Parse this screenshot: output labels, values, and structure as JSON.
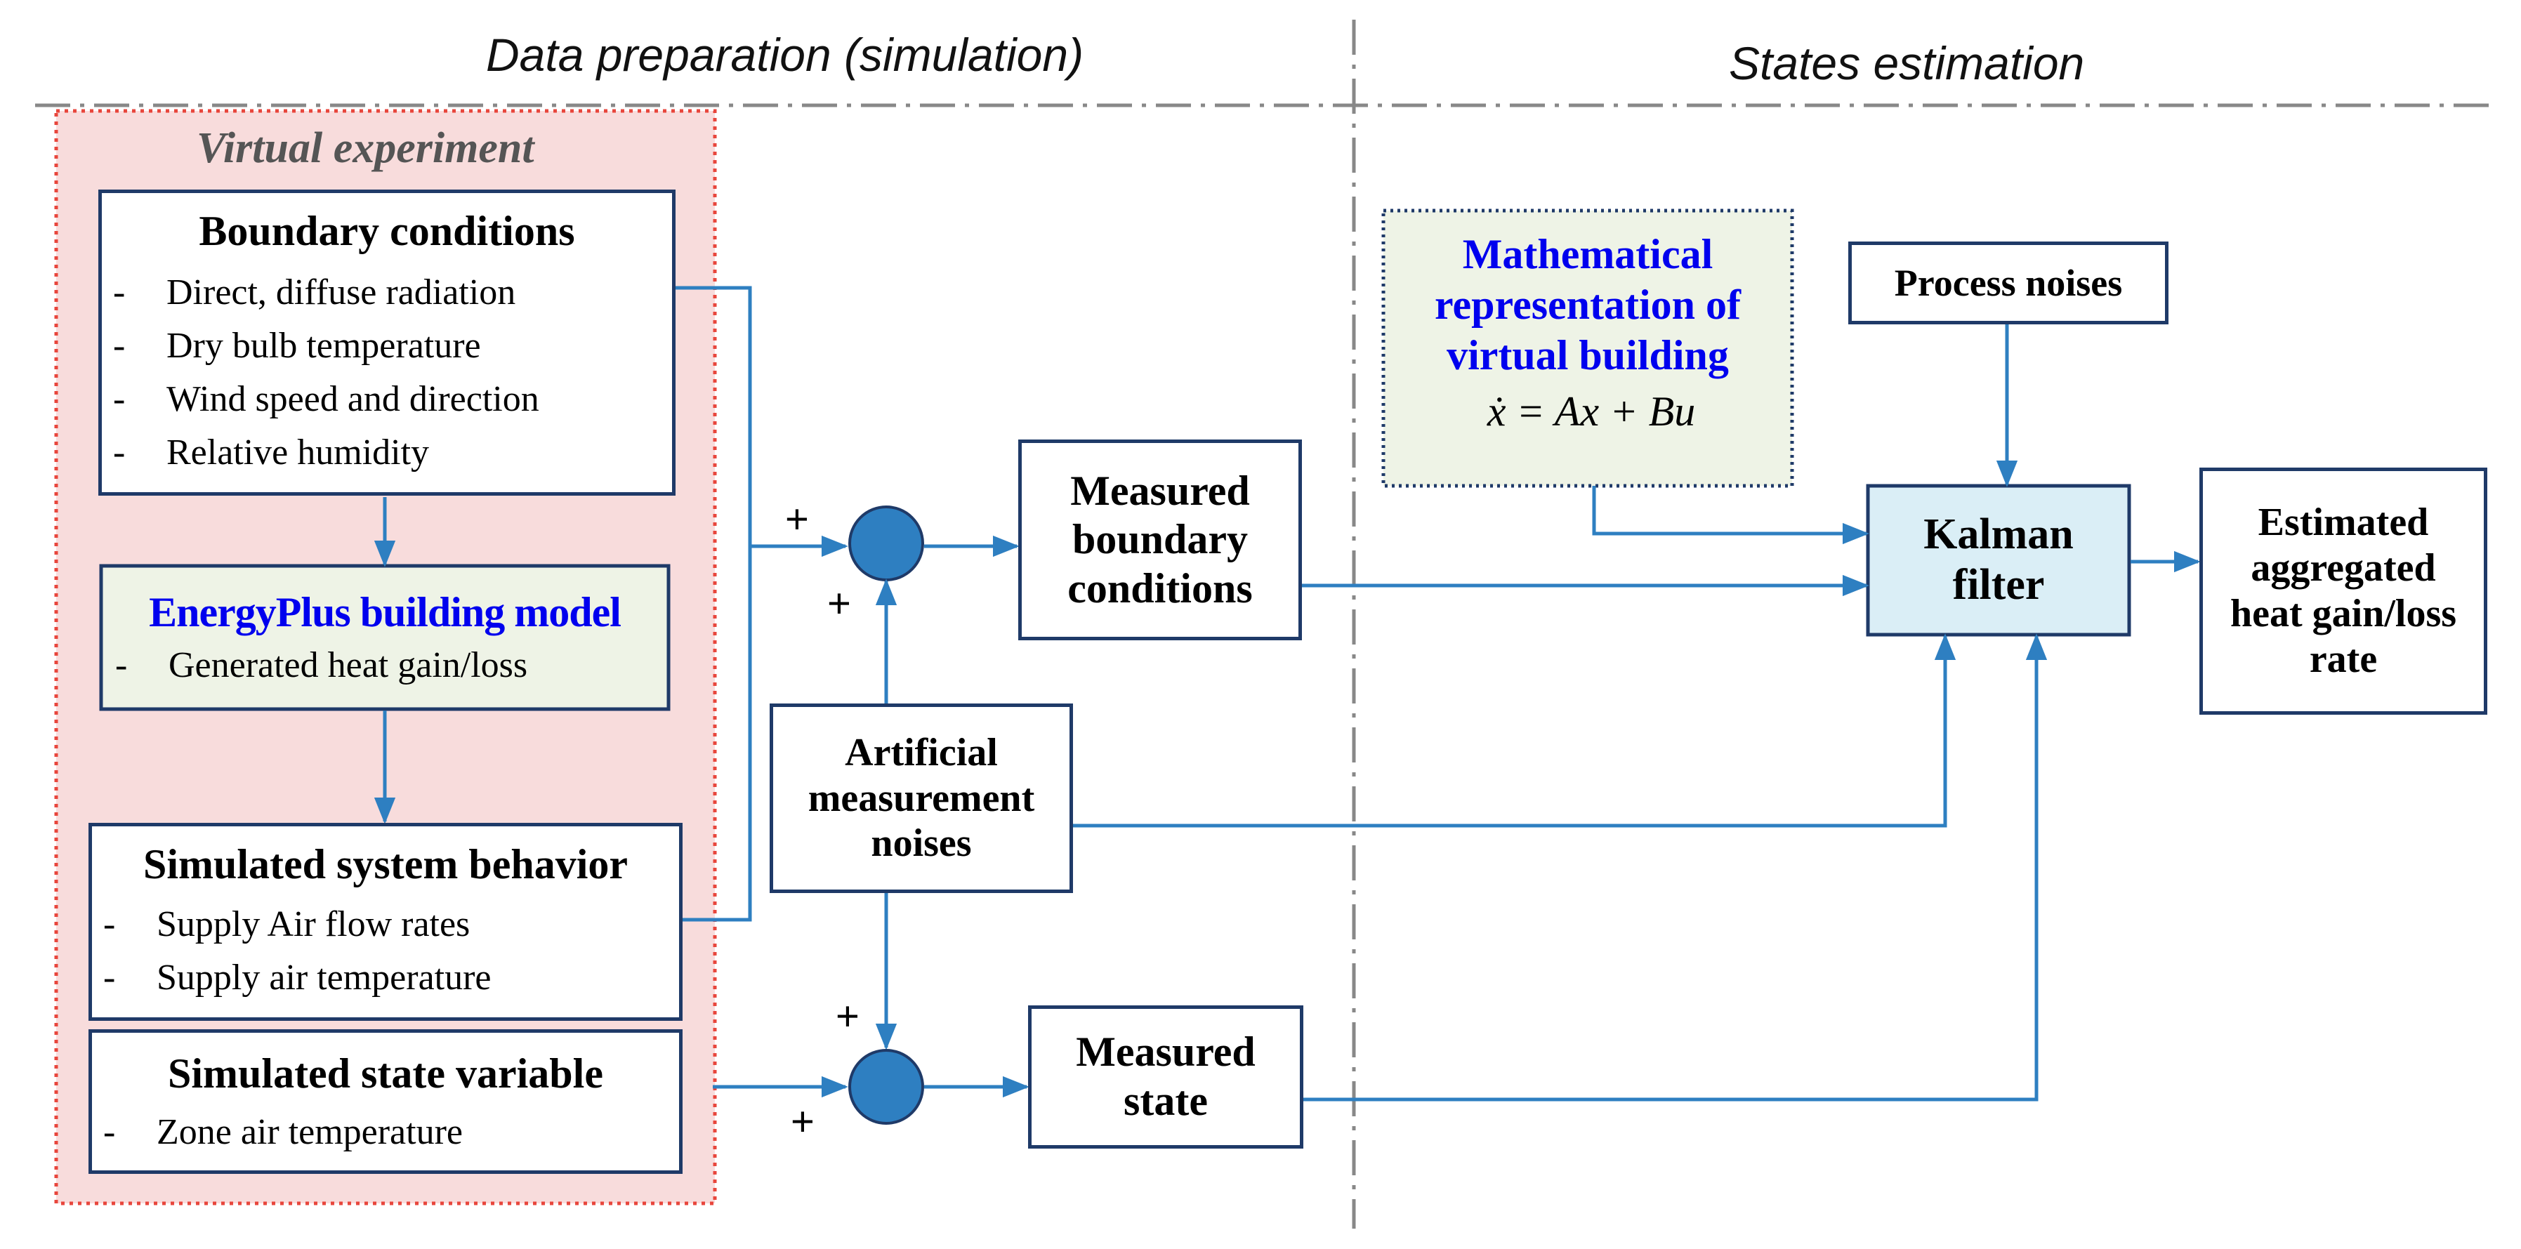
{
  "sections": {
    "left_title": "Data preparation (simulation)",
    "right_title": "States estimation"
  },
  "virtual_experiment": {
    "title": "Virtual experiment",
    "boundary_conditions": {
      "title": "Boundary conditions",
      "items": [
        "Direct, diffuse radiation",
        "Dry bulb temperature",
        "Wind speed and direction",
        "Relative humidity"
      ]
    },
    "energyplus": {
      "title": "EnergyPlus building model",
      "items": [
        "Generated heat gain/loss"
      ]
    },
    "system_behavior": {
      "title": "Simulated system behavior",
      "items": [
        "Supply Air flow rates",
        "Supply air temperature"
      ]
    },
    "state_variable": {
      "title": "Simulated state variable",
      "items": [
        "Zone air temperature"
      ]
    },
    "bullet": "-"
  },
  "artificial_noises": {
    "lines": [
      "Artificial",
      "measurement",
      "noises"
    ]
  },
  "measured_boundary": {
    "lines": [
      "Measured",
      "boundary",
      "conditions"
    ]
  },
  "measured_state": {
    "lines": [
      "Measured",
      "state"
    ]
  },
  "math_model": {
    "lines": [
      "Mathematical",
      "representation of",
      "virtual building"
    ],
    "equation": "ẋ = Ax + Bu"
  },
  "process_noises": {
    "label": "Process noises"
  },
  "kalman": {
    "lines": [
      "Kalman",
      "filter"
    ]
  },
  "estimated": {
    "lines": [
      "Estimated",
      "aggregated",
      "heat gain/loss",
      "rate"
    ]
  },
  "signs": {
    "plus": "+"
  },
  "colors": {
    "arrow": "#2e7fc1",
    "box_border": "#1f3a68",
    "virtual_bg": "#f8dcdc",
    "virtual_border": "#e8463c",
    "energyplus_bg": "#eef3e6",
    "kalman_bg": "#daeef6",
    "summing_node": "#2e7fc1",
    "title_blue": "#0000ee"
  }
}
